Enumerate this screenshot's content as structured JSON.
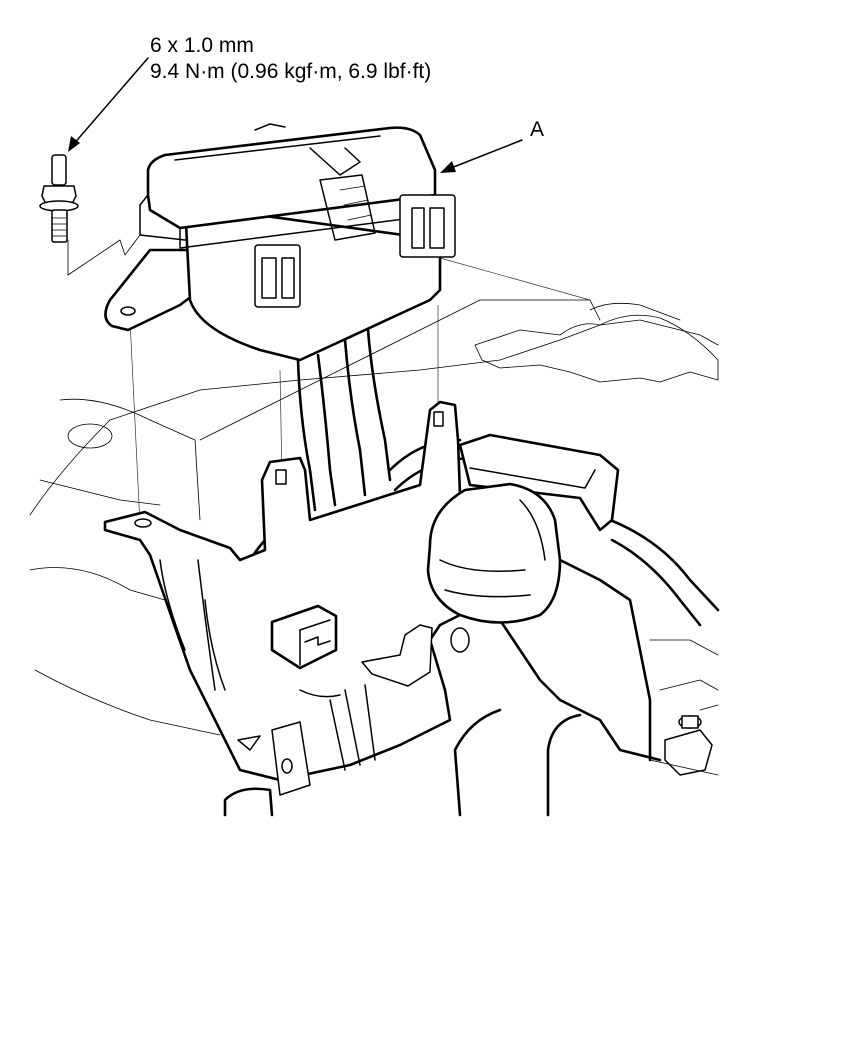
{
  "fastener": {
    "size": "6 x 1.0 mm",
    "torque": "9.4 N·m (0.96 kgf·m, 6.9 lbf·ft)"
  },
  "callouts": {
    "part_a": "A"
  },
  "icons": {
    "bolt": "bolt-icon",
    "box": "fuse-relay-box-icon",
    "bracket": "mounting-bracket-icon",
    "harness": "wire-harness-icon",
    "connector": "harness-connector-icon"
  },
  "colors": {
    "line": "#000000",
    "background": "#ffffff"
  }
}
